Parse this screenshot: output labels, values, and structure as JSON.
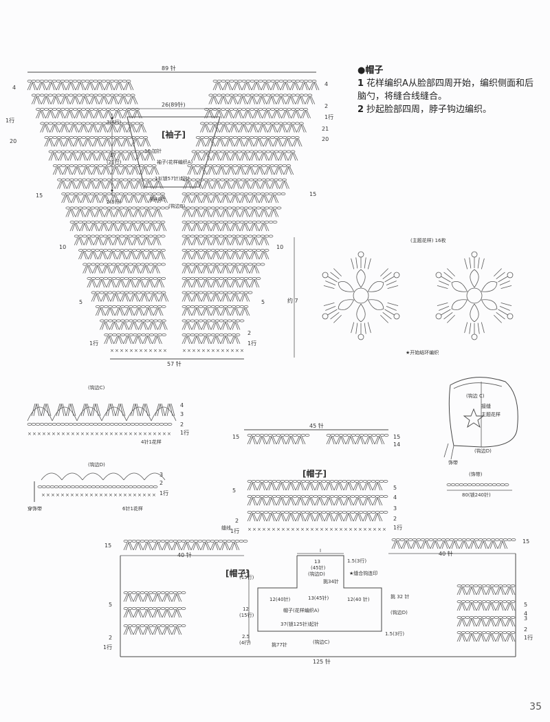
{
  "instructions": {
    "heading": "●帽子",
    "items": [
      {
        "num": "1",
        "text": "花样编织A从脸部四周开始，编织侧面和后脑勺，将缝合线缝合。"
      },
      {
        "num": "2",
        "text": "抄起脸部四周，脖子钩边编织。"
      }
    ]
  },
  "sleeve": {
    "title": "[袖子]",
    "top_width": "89 针",
    "bottom_width": "57 针",
    "height": "约 7",
    "row_labels_left": [
      "4",
      "1行",
      "20",
      "15",
      "10",
      "5",
      "1行"
    ],
    "row_labels_right": [
      "4",
      "2",
      "1行",
      "21",
      "20",
      "15",
      "10",
      "5",
      "2",
      "1行"
    ],
    "schematic": {
      "top": "26(89针)",
      "inc": "16 加针",
      "pattern": "袖子(花样编织A)",
      "start": "17(锁57针)起针",
      "pick": "挑40针",
      "edge": "(钩边B)",
      "h1": "3(4行)",
      "h2a": "17",
      "h2b": "(21行)",
      "h3": "2(3行)"
    }
  },
  "motif": {
    "title": "(主题花样) 16枚",
    "note": "★开始结环编织"
  },
  "edging_c": {
    "title": "(钩边C)",
    "rows": [
      "4",
      "3",
      "2",
      "1行"
    ],
    "repeat": "4针1花样"
  },
  "edging_d": {
    "title": "(钩边D)",
    "rows": [
      "3",
      "2",
      "1行"
    ],
    "repeat": "6针1花样",
    "ribbon_label": "穿饰带"
  },
  "hat_small": {
    "edge_c": "(钩边 C)",
    "sew": "接缝",
    "motif": "主题花样",
    "edge_d": "(钩边D)",
    "ribbon": "饰带"
  },
  "ribbon": {
    "title": "(饰带)",
    "size": "80(锁240针)"
  },
  "hat_chart": {
    "title": "[帽子]",
    "top_width": "45 针",
    "bottom_width": "125 针",
    "side_width": "40 针",
    "rows_left": [
      "15",
      "5",
      "2",
      "1行"
    ],
    "rows_right": [
      "15",
      "14",
      "5",
      "4",
      "3",
      "2",
      "1行"
    ],
    "seam": "缝线"
  },
  "hat_schema": {
    "title": "[帽子]",
    "top": "13",
    "top_b": "(45针)",
    "top_c": "(钩边D)",
    "top_side": "1.5(3行)",
    "sew_mark": "★缝合钩连印",
    "pick34": "挑34针",
    "center": "13(45针)",
    "left_w": "12(40针)",
    "right_w": "12(40 针)",
    "pick32": "挑 32 针",
    "edge_d": "(钩边D)",
    "pattern": "帽子(花样编织A)",
    "start": "37(锁125针)起针",
    "bottom_side": "1.5(3行)",
    "pick77": "挑77针",
    "edge_c": "(钩边C)",
    "h_top": "12",
    "h_top_b": "(15行)",
    "h_mid": "12",
    "h_mid_b": "(15行)",
    "h_bot": "2.5",
    "h_bot_b": "(4行)"
  },
  "page_number": "35"
}
